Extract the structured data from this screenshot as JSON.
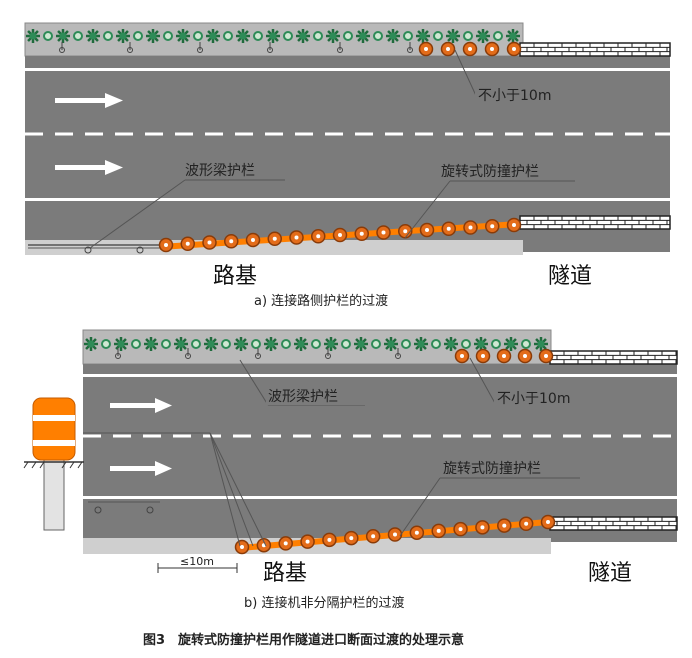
{
  "diagram_a": {
    "label_not_less": "不小于10m",
    "label_wave": "波形梁护栏",
    "label_rotary": "旋转式防撞护栏",
    "label_roadbed": "路基",
    "label_tunnel": "隧道",
    "caption": "a) 连接路侧护栏的过渡"
  },
  "diagram_b": {
    "label_wave": "波形梁护栏",
    "label_not_less": "不小于10m",
    "label_rotary": "旋转式防撞护栏",
    "label_dim": "≤10m",
    "label_roadbed": "路基",
    "label_tunnel": "隧道",
    "caption": "b) 连接机非分隔护栏的过渡"
  },
  "figure_caption": "图3　旋转式防撞护栏用作隧道进口断面过渡的处理示意",
  "colors": {
    "road": "#7b7b7b",
    "median_strip": "#9a9a9a",
    "shrub": "#2e8b57",
    "roller_fill": "#e36c1a",
    "roller_stroke": "#8a3b08",
    "barrier_band": "#ff7f00"
  }
}
